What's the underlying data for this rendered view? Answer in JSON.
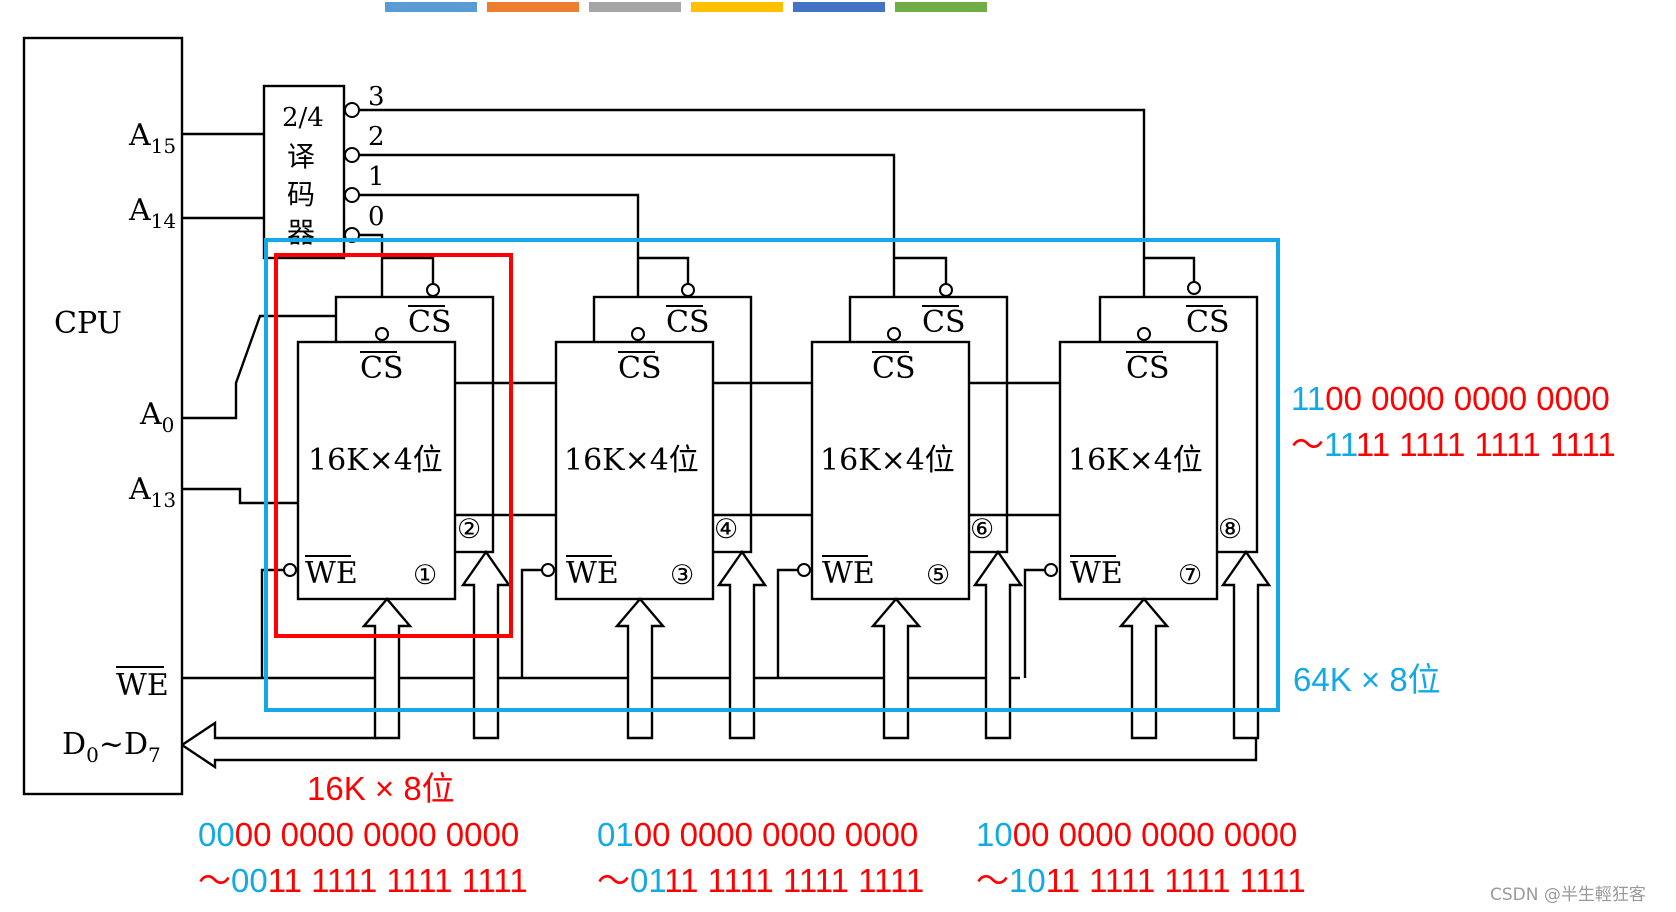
{
  "palette_bar": [
    "#5b9bd5",
    "#ed7d31",
    "#a5a5a5",
    "#ffc000",
    "#4472c4",
    "#70ad47"
  ],
  "cpu": {
    "title": "CPU",
    "a15": {
      "main": "A",
      "sub": "15"
    },
    "a14": {
      "main": "A",
      "sub": "14"
    },
    "a0": {
      "main": "A",
      "sub": "0"
    },
    "a13": {
      "main": "A",
      "sub": "13"
    },
    "we": "WE",
    "data": {
      "d": "D",
      "d_sub": "0",
      "tilde": "~",
      "d2": "D",
      "d2_sub": "7"
    }
  },
  "decoder": {
    "line1": "2/4",
    "line2": "译",
    "line3": "码",
    "line4": "器",
    "outputs": [
      "3",
      "2",
      "1",
      "0"
    ]
  },
  "chip_labels": {
    "cs": "CS",
    "we": "WE",
    "size": "16K×4位"
  },
  "chip_numbers": [
    "①",
    "②",
    "③",
    "④",
    "⑤",
    "⑥",
    "⑦",
    "⑧"
  ],
  "annotations": {
    "red_group": "16K × 8位",
    "blue_group": "64K × 8位",
    "range_0": {
      "start_prefix": "00",
      "start_rest": "00 0000 0000 0000",
      "tilde": "～",
      "end_prefix": "00",
      "end_rest": "11 1111 1111 1111"
    },
    "range_1": {
      "start_prefix": "01",
      "start_rest": "00 0000 0000 0000",
      "tilde": "～",
      "end_prefix": "01",
      "end_rest": "11 1111 1111 1111"
    },
    "range_2": {
      "start_prefix": "10",
      "start_rest": "00 0000 0000 0000",
      "tilde": "～",
      "end_prefix": "10",
      "end_rest": "11 1111 1111 1111"
    },
    "range_3": {
      "start_prefix": "11",
      "start_rest": "00 0000 0000 0000",
      "tilde": "～",
      "end_prefix": "11",
      "end_rest": "11 1111 1111 1111"
    }
  },
  "colors": {
    "red_box": "#ff0000",
    "blue_box": "#12a9e6"
  },
  "watermark": "CSDN @半生輕狂客"
}
